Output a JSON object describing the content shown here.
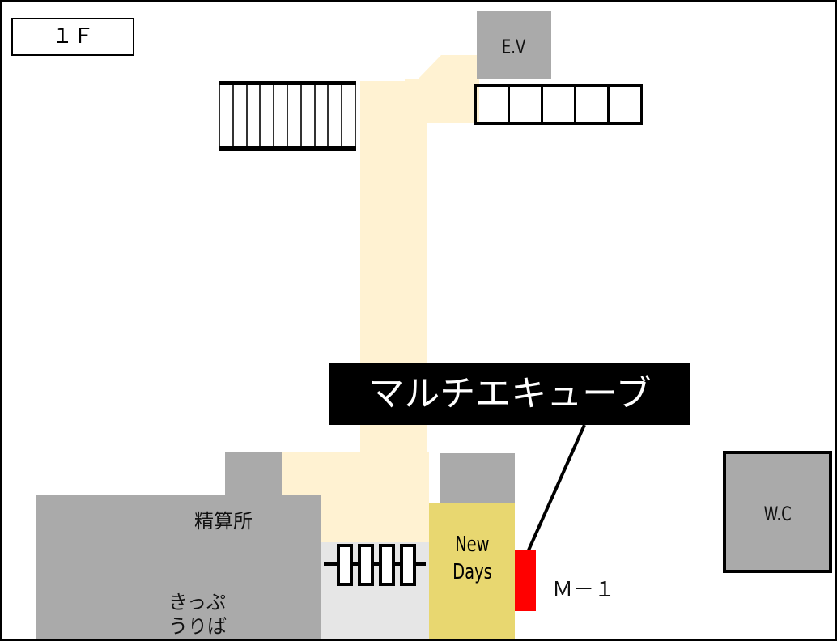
{
  "floor_label": "１Ｆ",
  "labels": {
    "elevator": "E.V",
    "restroom": "W.C",
    "fare_adjustment": "精算所",
    "ticket_office_line1": "きっぷ",
    "ticket_office_line2": "うりば",
    "store_line1": "New",
    "store_line2": "Days",
    "callout": "マルチエキューブ",
    "marker": "Ｍ－１"
  },
  "colors": {
    "route": "#fff2d2",
    "facility": "#aaaaaa",
    "store": "#e8d770",
    "marker": "#ff0000",
    "gate_area": "#e6e6e6",
    "callout_bg": "#000000"
  }
}
